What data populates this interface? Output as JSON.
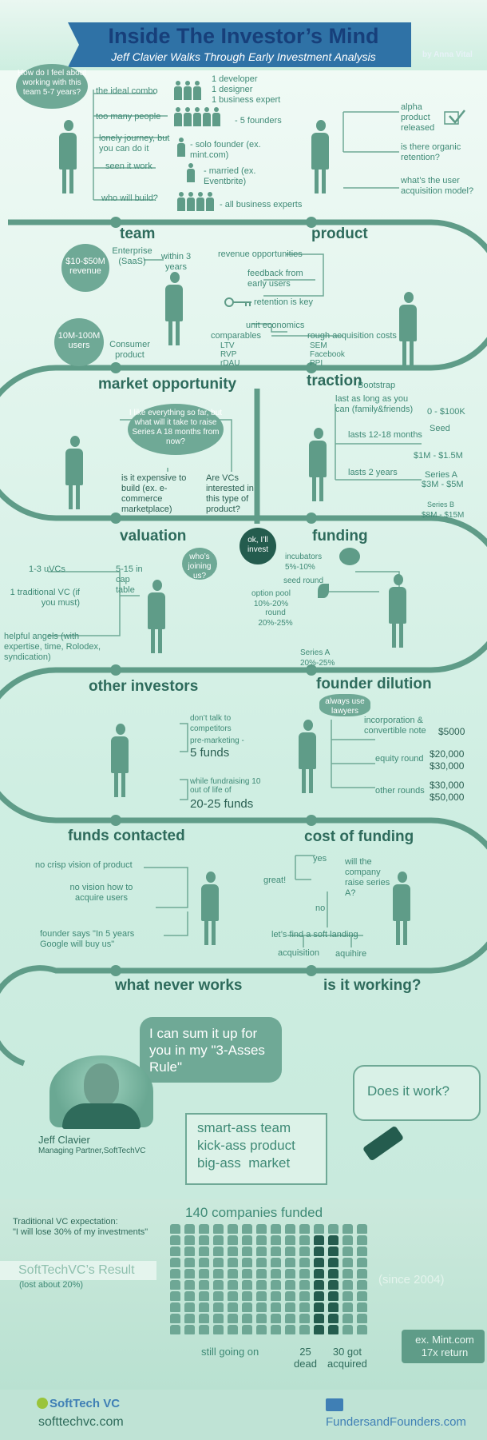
{
  "header": {
    "title": "Inside The Investor’s Mind",
    "subtitle": "Jeff Clavier Walks Through Early Investment Analysis",
    "byline": "by Anna Vital"
  },
  "team": {
    "question": "How do I feel about working with this team 5-7 years?",
    "ideal": "the ideal combo",
    "ideal_list": "1 developer\n1 designer\n1 business expert",
    "too_many": "too many people",
    "five": "- 5 founders",
    "lonely": "lonely journey, but you can do it",
    "solo": "- solo founder (ex. mint.com)",
    "seen": "seen it work",
    "married": "- married (ex. Eventbrite)",
    "who": "who will build?",
    "biz": "- all business experts",
    "label": "team"
  },
  "product": {
    "alpha": "alpha product released",
    "organic": "is there organic retention?",
    "acq": "what’s the user acquisition model?",
    "label": "product"
  },
  "market": {
    "bubble1": "$10-$50M revenue",
    "enterprise": "Enterprise (SaaS)",
    "within": "within 3 years",
    "bubble2": "10M-100M users",
    "consumer": "Consumer product",
    "label": "market opportunity"
  },
  "traction": {
    "rev_opp": "revenue opportunities",
    "feedback": "feedback from early users",
    "retention": "retention is key",
    "unit": "unit economics",
    "comparables": "comparables",
    "ltv": "LTV\nRVP\nrDAU",
    "rough": "rough acquisition costs",
    "sem": "SEM\nFacebook\nPPI",
    "label": "traction"
  },
  "valuation": {
    "bubble": "I like everything so far, but what will it take to raise Series A 18 months from now?",
    "exp": "is it expensive to build (ex. e-commerce marketplace)",
    "vcs": "Are VCs interested in this type of product?",
    "label": "valuation",
    "ok": "ok, I’ll invest"
  },
  "funding": {
    "bootstrap": "Bootstrap",
    "last": "last as long as you can (family&friends)",
    "b_amt": "0 - $100K",
    "seed": "Seed",
    "lasts1": "lasts 12-18 months",
    "s_amt": "$1M - $1.5M",
    "lasts2": "lasts 2 years",
    "sa": "Series A",
    "sa_amt": "$3M - $5M",
    "sb": "Series B",
    "sb_amt": "$8M - $15M",
    "label": "funding"
  },
  "other": {
    "uvcs": "1-3 uVCs",
    "tvc": "1 traditional VC (if you must)",
    "cap": "5-15 in cap table",
    "joining": "who’s joining us?",
    "angels": "helpful angels (with expertise, time, Rolodex, syndication)",
    "label": "other investors"
  },
  "dilution": {
    "incub": "incubators 5%-10%",
    "seed_round": "seed round",
    "option": "option pool 10%-20%",
    "round": "round 20%-25%",
    "sa": "Series A 20%-25%",
    "label": "founder dilution"
  },
  "funds": {
    "dont": "don’t talk to competitors",
    "pre": "pre-marketing -",
    "five": "5 funds",
    "while": "while fundraising 10 out of life of",
    "twenty": "20-25 funds",
    "label": "funds contacted"
  },
  "cost": {
    "lawyers": "always use lawyers",
    "inc": "incorporation & convertible note",
    "inc_amt": "$5000",
    "equity": "equity round",
    "eq_amt": "$20,000\n$30,000",
    "other": "other rounds",
    "ot_amt": "$30,000\n$50,000",
    "label": "cost of funding"
  },
  "never": {
    "crisp": "no crisp vision of product",
    "vision": "no vision how to acquire users",
    "google": "founder says \"In 5 years Google will buy us\"",
    "label": "what never works"
  },
  "working": {
    "yes": "yes",
    "great": "great!",
    "raise": "will the company raise series A?",
    "no": "no",
    "soft": "let’s find a soft landing",
    "acquisition": "acquisition",
    "aquihire": "aquihire",
    "label": "is it working?"
  },
  "summary": {
    "bubble": "I can sum it up for you in my \"3-Asses Rule\"",
    "name": "Jeff Clavier",
    "role": "Managing Partner,SoftTechVC",
    "does": "Does it work?",
    "rule": "smart-ass team\nkick-ass product\nbig-ass  market"
  },
  "stats": {
    "trad": "Traditional VC expectation:",
    "quote": "\"I will lose 30% of my investments\"",
    "funded": "140 companies funded",
    "result": "SoftTechVC’s Result",
    "lost": "(lost about 20%)",
    "since": "(since 2004)",
    "going": "still going on",
    "dead": "25\ndead",
    "acquired": "30 got\nacquired",
    "mint": "ex. Mint.com\n17x return"
  },
  "footer": {
    "logo1": "SoftTech VC",
    "url1": "softtechvc.com",
    "logo2": "FundersandFounders.com"
  }
}
